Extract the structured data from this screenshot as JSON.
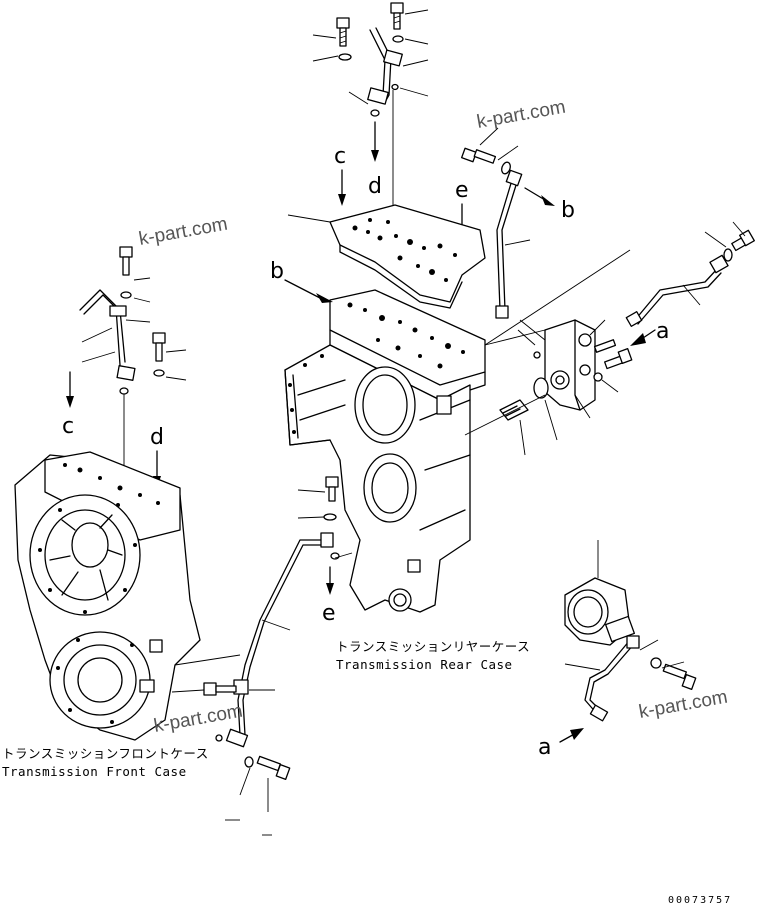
{
  "callouts": {
    "c_top": "c",
    "d_top": "d",
    "e_top": "e",
    "b_left": "b",
    "b_right": "b",
    "a_right": "a",
    "c_left": "c",
    "d_left": "d",
    "e_bottom": "e",
    "a_bottom": "a"
  },
  "captions": {
    "rear_case_jp": "トランスミッションリヤーケース",
    "rear_case_en": "Transmission Rear Case",
    "front_case_jp": "トランスミッションフロントケース",
    "front_case_en": "Transmission Front Case"
  },
  "watermarks": {
    "wm1": "k-part.com",
    "wm2": "k-part.com",
    "wm3": "k-part.com",
    "wm4": "k-part.com"
  },
  "drawing_code": "00073757"
}
